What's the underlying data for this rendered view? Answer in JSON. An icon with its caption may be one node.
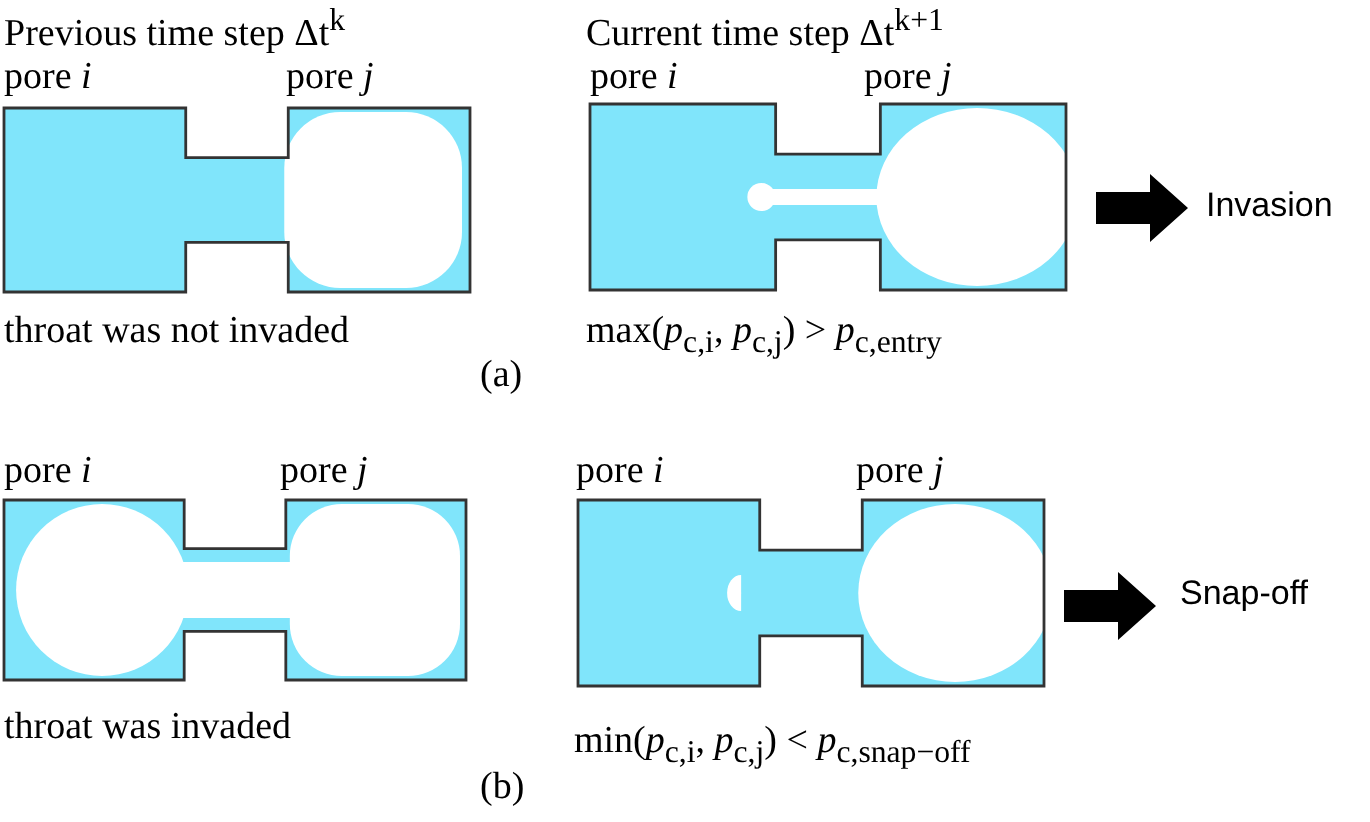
{
  "diagram": {
    "labels": [
      "Previous time step Δt$^{k}$",
      "Current time step Δt$^{k+1}$",
      "pore *i*",
      "pore *j*",
      "pore *i*",
      "pore *j*",
      "Invasion",
      "throat was not invaded",
      "max(*p*$_{c,i}$, *p*$_{c,j}$) > *p*$_{c,entry}$",
      "(a)",
      "pore *i*",
      "pore *j*",
      "pore *i*",
      "pore *j*",
      "Snap-off",
      "throat was invaded",
      "min(*p*$_{c,i}$, *p*$_{c,j}$) < *p*$_{c,snap−off}$",
      "(b)"
    ]
  }
}
